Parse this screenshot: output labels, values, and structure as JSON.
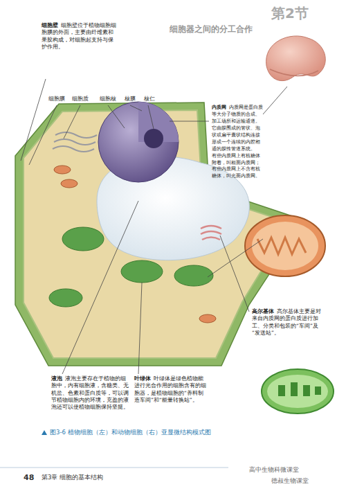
{
  "diagram": {
    "title": "细胞器之间的分工合作",
    "caption": "图3-6 植物细胞（左）和动物细胞（右）亚显微结构模式图",
    "labels": [
      "第2节",
      "细胞壁",
      "细胞壁位于植物细胞细胞膜的外面，主要由纤维素和果胶构成，对细胞起支持与保护作用。",
      "细胞膜",
      "细胞质",
      "细胞核",
      "核膜",
      "核仁",
      "内质网",
      "内质网是蛋白质等大分子物质的合成、加工场所和运输通道。它由膜围成的管状、泡状或扁平囊状结构连接形成一个连续的内腔相通的膜性管道系统。",
      "有些内质网上有核糖体附着，叫粗面内质网；有些内质网上不含有核糖体，叫光面内质网。",
      "高尔基体",
      "高尔基体主要是对来自内质网的蛋白质进行加工、分类和包装的“车间”及“发送站”。",
      "液泡",
      "液泡主要存在于植物的细胞中，内有细胞液，含糖类、无机盐、色素和蛋白质等，可以调节植物细胞内的环境，充盈的液泡还可以使植物细胞保持坚挺。",
      "叶绿体",
      "叶绿体是绿色植物能进行光合作用的细胞含有的细胞器，是植物细胞的“养料制造车间”和“能量转换站”。",
      "48",
      "第3章 细胞的基本结构",
      "高中生物科微课堂",
      "德叔生物课堂"
    ]
  }
}
